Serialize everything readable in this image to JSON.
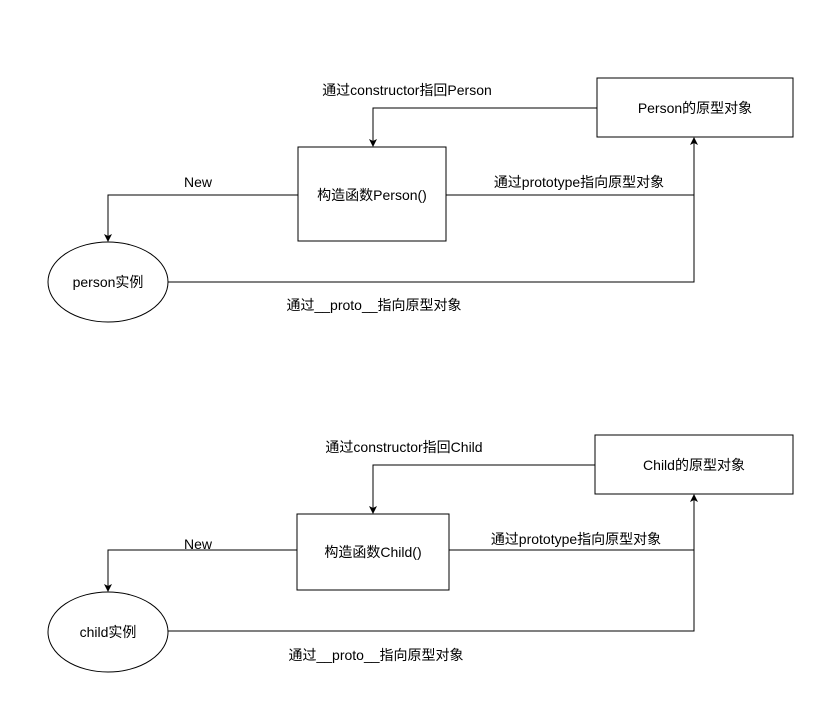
{
  "diagrams": [
    {
      "prototype_node": "Person的原型对象",
      "constructor_node": "构造函数Person()",
      "instance_node": "person实例",
      "edge_constructor": "通过constructor指回Person",
      "edge_new": "New",
      "edge_prototype": "通过prototype指向原型对象",
      "edge_proto": "通过__proto__指向原型对象"
    },
    {
      "prototype_node": "Child的原型对象",
      "constructor_node": "构造函数Child()",
      "instance_node": "child实例",
      "edge_constructor": "通过constructor指回Child",
      "edge_new": "New",
      "edge_prototype": "通过prototype指向原型对象",
      "edge_proto": "通过__proto__指向原型对象"
    }
  ]
}
